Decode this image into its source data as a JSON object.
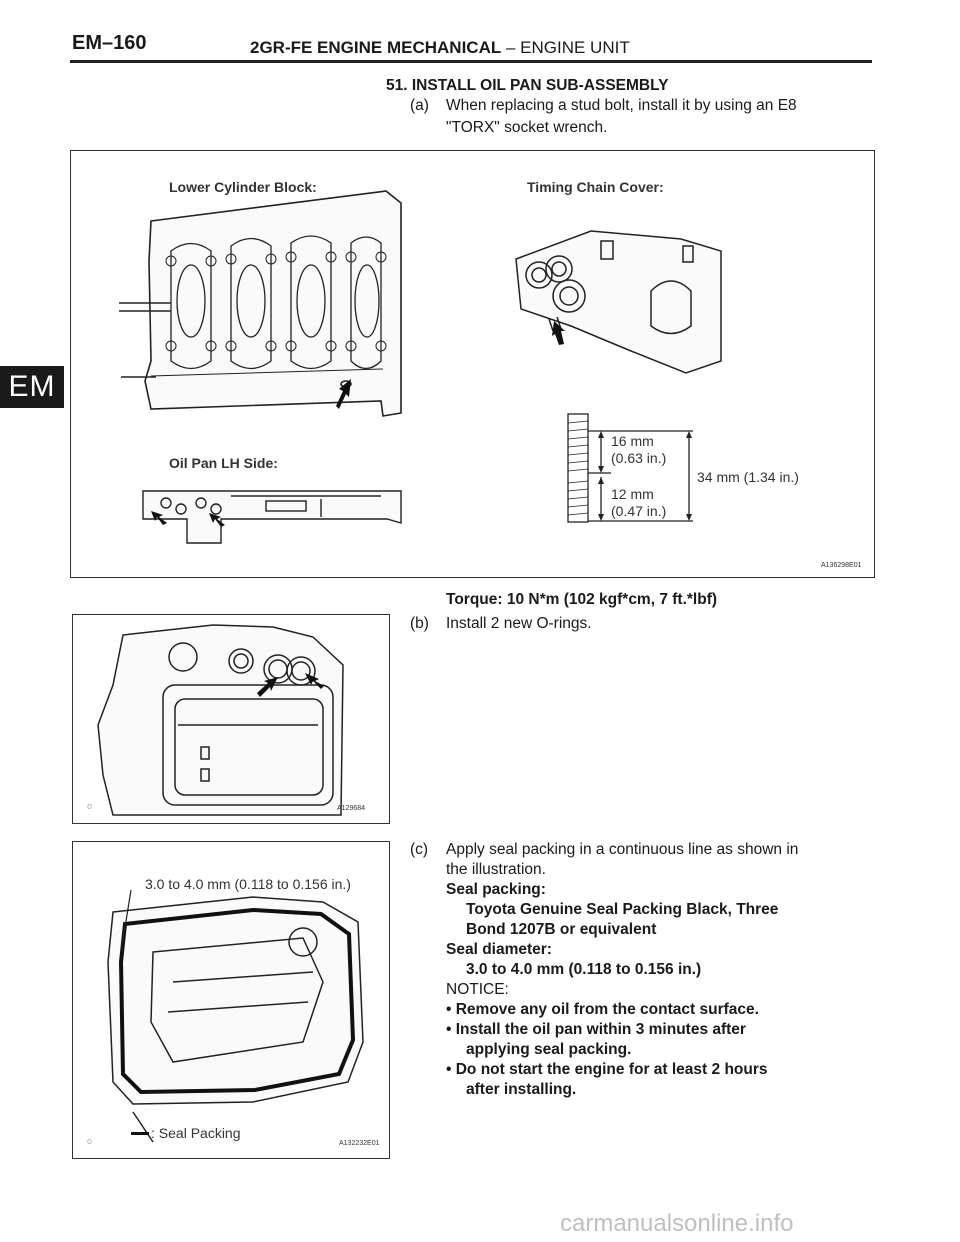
{
  "header": {
    "page_number": "EM–160",
    "manual_title": "2GR-FE ENGINE MECHANICAL",
    "section": "– ENGINE UNIT",
    "side_tab": "EM"
  },
  "step": {
    "title": "51.  INSTALL OIL PAN SUB-ASSEMBLY",
    "a_marker": "(a)",
    "a_line1": "When replacing a stud bolt, install it by using an E8",
    "a_line2": "\"TORX\" socket wrench.",
    "torque": "Torque: 10 N*m (102 kgf*cm, 7 ft.*lbf)",
    "b_marker": "(b)",
    "b_text": "Install 2 new O-rings.",
    "c_marker": "(c)",
    "c_line1": "Apply seal packing in a continuous line as shown in",
    "c_line2": "the illustration.",
    "seal_packing_label": "Seal packing:",
    "seal_packing_line1": "Toyota Genuine Seal Packing Black, Three",
    "seal_packing_line2": "Bond 1207B or equivalent",
    "seal_diameter_label": "Seal diameter:",
    "seal_diameter_value": "3.0 to 4.0 mm (0.118 to 0.156 in.)",
    "notice_label": "NOTICE:",
    "notice_1": "•  Remove any oil from the contact surface.",
    "notice_2_line1": "•  Install the oil pan within 3 minutes after",
    "notice_2_line2": "applying seal packing.",
    "notice_3_line1": "•  Do not start the engine for at least 2 hours",
    "notice_3_line2": "after installing."
  },
  "figure1": {
    "label_lower_block": "Lower Cylinder Block:",
    "label_timing_cover": "Timing Chain Cover:",
    "label_oil_pan_lh": "Oil Pan LH Side:",
    "dim_16": "16 mm",
    "dim_16_in": "(0.63 in.)",
    "dim_12": "12 mm",
    "dim_12_in": "(0.47 in.)",
    "dim_34": "34 mm (1.34 in.)",
    "figure_id": "A136298E01"
  },
  "figure2": {
    "figure_id": "A129684",
    "corner_mark": "o"
  },
  "figure3": {
    "bead_label": "3.0 to 4.0 mm (0.118 to 0.156 in.)",
    "legend": ": Seal Packing",
    "figure_id": "A132232E01",
    "corner_mark": "o"
  },
  "footer": {
    "watermark": "carmanualsonline.info"
  }
}
